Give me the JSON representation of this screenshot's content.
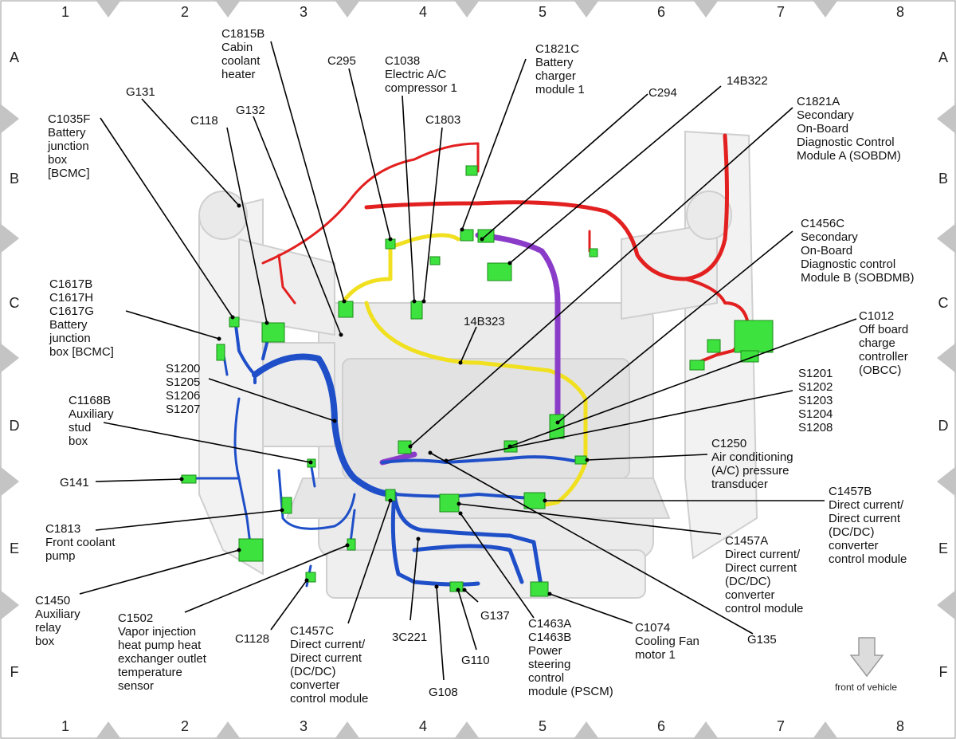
{
  "grid": {
    "columns": [
      "1",
      "2",
      "3",
      "4",
      "5",
      "6",
      "7",
      "8"
    ],
    "rows": [
      "A",
      "B",
      "C",
      "D",
      "E",
      "F"
    ]
  },
  "labels": {
    "c1815b": [
      "C1815B",
      "Cabin",
      "coolant",
      "heater"
    ],
    "c295": [
      "C295"
    ],
    "c1038": [
      "C1038",
      "Electric A/C",
      "compressor 1"
    ],
    "c1821c": [
      "C1821C",
      "Battery",
      "charger",
      "module 1"
    ],
    "g131": [
      "G131"
    ],
    "c118": [
      "C118"
    ],
    "g132": [
      "G132"
    ],
    "c1803": [
      "C1803"
    ],
    "c294": [
      "C294"
    ],
    "b14_322": [
      "14B322"
    ],
    "c1821a": [
      "C1821A",
      "Secondary",
      "On-Board",
      "Diagnostic Control",
      "Module A (SOBDM)"
    ],
    "c1035f": [
      "C1035F",
      "Battery",
      "junction",
      "box",
      "[BCMC]"
    ],
    "c1456c": [
      "C1456C",
      "Secondary",
      "On-Board",
      "Diagnostic control",
      "Module B (SOBDMB)"
    ],
    "c1617": [
      "C1617B",
      "C1617H",
      "C1617G",
      "Battery",
      "junction",
      "box [BCMC]"
    ],
    "b14_323": [
      "14B323"
    ],
    "c1012": [
      "C1012",
      "Off board",
      "charge",
      "controller",
      "(OBCC)"
    ],
    "s1200": [
      "S1200",
      "S1205",
      "S1206",
      "S1207"
    ],
    "s1201": [
      "S1201",
      "S1202",
      "S1203",
      "S1204",
      "S1208"
    ],
    "c1168b": [
      "C1168B",
      "Auxiliary",
      "stud",
      "box"
    ],
    "c1250": [
      "C1250",
      "Air conditioning",
      "(A/C) pressure",
      "transducer"
    ],
    "g141": [
      "G141"
    ],
    "c1457b": [
      "C1457B",
      "Direct current/",
      "Direct current",
      "(DC/DC)",
      "converter",
      "control module"
    ],
    "c1813": [
      "C1813",
      "Front coolant",
      "pump"
    ],
    "c1457a": [
      "C1457A",
      "Direct current/",
      "Direct current",
      "(DC/DC)",
      "converter",
      "control module"
    ],
    "c1450": [
      "C1450",
      "Auxiliary",
      "relay",
      "box"
    ],
    "c1502": [
      "C1502",
      "Vapor injection",
      "heat pump heat",
      "exchanger outlet",
      "temperature",
      "sensor"
    ],
    "c1128": [
      "C1128"
    ],
    "c1457c": [
      "C1457C",
      "Direct current/",
      "Direct current",
      "(DC/DC)",
      "converter",
      "control module"
    ],
    "c3221": [
      "3C221"
    ],
    "g137": [
      "G137"
    ],
    "c1463": [
      "C1463A",
      "C1463B",
      "Power",
      "steering",
      "control",
      "module (PSCM)"
    ],
    "c1074": [
      "C1074",
      "Cooling Fan",
      "motor 1"
    ],
    "g135": [
      "G135"
    ],
    "g110": [
      "G110"
    ],
    "g108": [
      "G108"
    ]
  },
  "front_of_vehicle": "front of vehicle",
  "colors": {
    "harness_red": "#e32020",
    "harness_blue": "#1f4fc8",
    "harness_yellow": "#f0e020",
    "harness_purple": "#8a3cc8",
    "connector_green": "#3ee23e",
    "marker_gray": "#c4c4c4"
  }
}
